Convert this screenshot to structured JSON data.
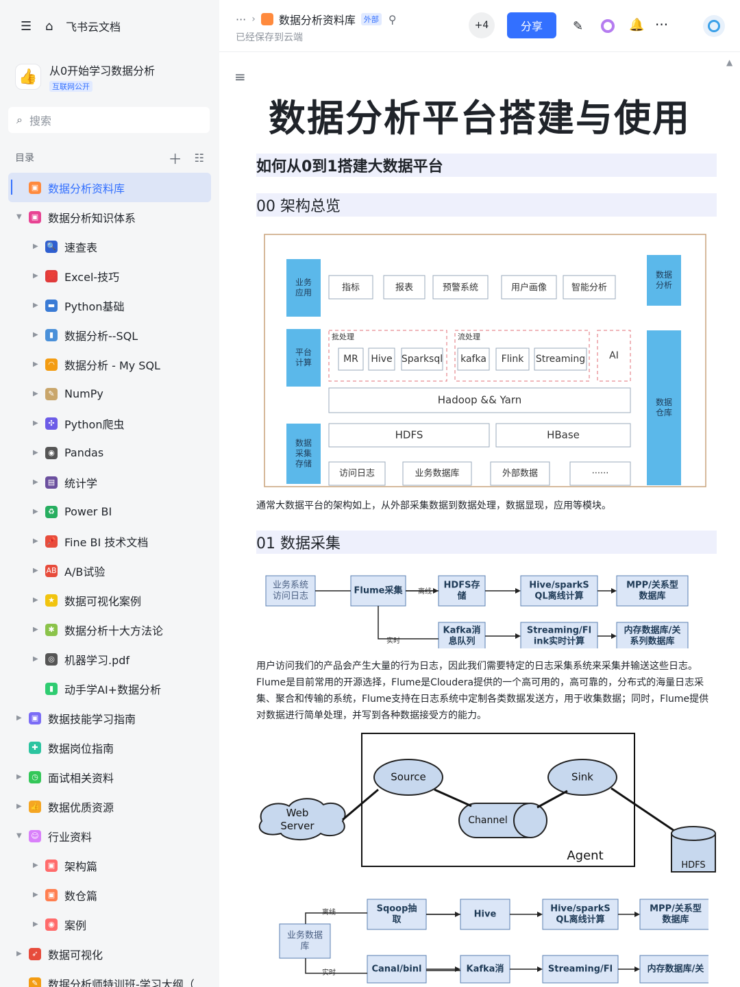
{
  "sidebar": {
    "app_name": "飞书云文档",
    "space": {
      "title": "从0开始学习数据分析",
      "tag": "互联网公开"
    },
    "search_placeholder": "搜索",
    "toc_label": "目录",
    "items": [
      {
        "label": "数据分析资料库",
        "level": 0,
        "selected": true,
        "arrow": "none",
        "icon_color": "#ff8a3d",
        "icon": "▣"
      },
      {
        "label": "数据分析知识体系",
        "level": 0,
        "arrow": "down",
        "icon_color": "#e84393",
        "icon": "▣"
      },
      {
        "label": "速查表",
        "level": 1,
        "arrow": "right",
        "icon_color": "#2f5fd0",
        "icon": "🔍"
      },
      {
        "label": "Excel-技巧",
        "level": 1,
        "arrow": "right",
        "icon_color": "#e03b3b",
        "icon": "💯"
      },
      {
        "label": "Python基础",
        "level": 1,
        "arrow": "right",
        "icon_color": "#3a7bd5",
        "icon": "▬"
      },
      {
        "label": "数据分析--SQL",
        "level": 1,
        "arrow": "right",
        "icon_color": "#4a90d9",
        "icon": "▮"
      },
      {
        "label": "数据分析 - My SQL",
        "level": 1,
        "arrow": "right",
        "icon_color": "#f39c12",
        "icon": "◠"
      },
      {
        "label": "NumPy",
        "level": 1,
        "arrow": "right",
        "icon_color": "#c9a66b",
        "icon": "✎"
      },
      {
        "label": "Python爬虫",
        "level": 1,
        "arrow": "right",
        "icon_color": "#6c5ce7",
        "icon": "✣"
      },
      {
        "label": "Pandas",
        "level": 1,
        "arrow": "right",
        "icon_color": "#555555",
        "icon": "◉"
      },
      {
        "label": "统计学",
        "level": 1,
        "arrow": "right",
        "icon_color": "#6b4f9e",
        "icon": "▤"
      },
      {
        "label": "Power BI",
        "level": 1,
        "arrow": "right",
        "icon_color": "#27ae60",
        "icon": "♻"
      },
      {
        "label": "Fine BI 技术文档",
        "level": 1,
        "arrow": "right",
        "icon_color": "#e74c3c",
        "icon": "📌"
      },
      {
        "label": "A/B试验",
        "level": 1,
        "arrow": "right",
        "icon_color": "#e74c3c",
        "icon": "AB"
      },
      {
        "label": "数据可视化案例",
        "level": 1,
        "arrow": "right",
        "icon_color": "#f1c40f",
        "icon": "★"
      },
      {
        "label": "数据分析十大方法论",
        "level": 1,
        "arrow": "right",
        "icon_color": "#8bc34a",
        "icon": "✱"
      },
      {
        "label": "机器学习.pdf",
        "level": 1,
        "arrow": "right",
        "icon_color": "#555555",
        "icon": "◎"
      },
      {
        "label": "动手学AI+数据分析",
        "level": 1,
        "arrow": "none",
        "icon_color": "#2ecc71",
        "icon": "▮"
      },
      {
        "label": "数据技能学习指南",
        "level": 0,
        "arrow": "right",
        "icon_color": "#7b6cf6",
        "icon": "▣"
      },
      {
        "label": "数据岗位指南",
        "level": 0,
        "arrow": "none",
        "icon_color": "#2bc4a0",
        "icon": "✚"
      },
      {
        "label": "面试相关资料",
        "level": 0,
        "arrow": "right",
        "icon_color": "#34c759",
        "icon": "◷"
      },
      {
        "label": "数据优质资源",
        "level": 0,
        "arrow": "right",
        "icon_color": "#f5a623",
        "icon": "👍"
      },
      {
        "label": "行业资料",
        "level": 0,
        "arrow": "down",
        "icon_color": "#d980fa",
        "icon": "☺"
      },
      {
        "label": "架构篇",
        "level": 1,
        "arrow": "right",
        "icon_color": "#ff6b6b",
        "icon": "▣"
      },
      {
        "label": "数仓篇",
        "level": 1,
        "arrow": "right",
        "icon_color": "#ff7f50",
        "icon": "▣"
      },
      {
        "label": "案例",
        "level": 1,
        "arrow": "right",
        "icon_color": "#ff6b6b",
        "icon": "◉"
      },
      {
        "label": "数据可视化",
        "level": 0,
        "arrow": "right",
        "icon_color": "#e74c3c",
        "icon": "➶"
      },
      {
        "label": "数据分析师特训班-学习大纲（...",
        "level": 0,
        "arrow": "none",
        "icon_color": "#f39c12",
        "icon": "✎"
      }
    ]
  },
  "header": {
    "more": "···",
    "doc_name": "数据分析资料库",
    "external_tag": "外部",
    "saved": "已经保存到云端",
    "collaborators": "+4",
    "share": "分享"
  },
  "doc": {
    "title": "数据分析平台搭建与使用",
    "h1": "如何从0到1搭建大数据平台",
    "h2_arch": "00 架构总览",
    "arch": {
      "left_labels": [
        "业务\n应用",
        "平台\n计算",
        "数据\n采集\n存储"
      ],
      "right_labels": [
        "数据\n分析",
        "数据\n仓库"
      ],
      "app_boxes": [
        "指标",
        "报表",
        "预警系统",
        "用户画像",
        "智能分析"
      ],
      "batch": "批处理",
      "stream": "流处理",
      "batch_items": [
        "MR",
        "Hive",
        "Sparksql"
      ],
      "stream_items": [
        "kafka",
        "Flink",
        "Streaming"
      ],
      "ai": "AI",
      "hadoop": "Hadoop && Yarn",
      "storage": [
        "HDFS",
        "HBase"
      ],
      "sources": [
        "访问日志",
        "业务数据库",
        "外部数据",
        "······"
      ]
    },
    "arch_caption": "通常大数据平台的架构如上，从外部采集数据到数据处理，数据显现，应用等模块。",
    "h2_collect": "01 数据采集",
    "flow1": {
      "src": "业务系统\n访问日志",
      "boxes_top": [
        "Flume采集",
        "HDFS存\n储",
        "Hive/sparkS\nQL离线计算",
        "MPP/关系型\n数据库"
      ],
      "boxes_bottom": [
        "Kafka消\n息队列",
        "Streaming/Fl\nink实时计算",
        "内存数据库/关\n系列数据库"
      ],
      "offline": "离线",
      "realtime": "实时"
    },
    "para": "用户访问我们的产品会产生大量的行为日志，因此我们需要特定的日志采集系统来采集并输送这些日志。Flume是目前常用的开源选择，Flume是Cloudera提供的一个高可用的，高可靠的，分布式的海量日志采集、聚合和传输的系统，Flume支持在日志系统中定制各类数据发送方，用于收集数据；同时，Flume提供对数据进行简单处理，并写到各种数据接受方的能力。",
    "flume": {
      "web": "Web\nServer",
      "source": "Source",
      "sink": "Sink",
      "channel": "Channel",
      "agent": "Agent",
      "hdfs": "HDFS"
    },
    "flow2": {
      "src": "业务数据\n库",
      "boxes_top": [
        "Sqoop抽\n取",
        "Hive",
        "Hive/sparkS\nQL离线计算",
        "MPP/关系型\n数据库"
      ],
      "boxes_bottom": [
        "Canal/binl",
        "Kafka消",
        "Streaming/Fl",
        "内存数据库/关"
      ],
      "offline": "离线",
      "realtime": "实时"
    }
  },
  "colors": {
    "accent": "#3370ff",
    "arch_side": "#5bb8ea",
    "heading_bg": "#eef0fc",
    "diagram_box": "#dbe6f7"
  }
}
